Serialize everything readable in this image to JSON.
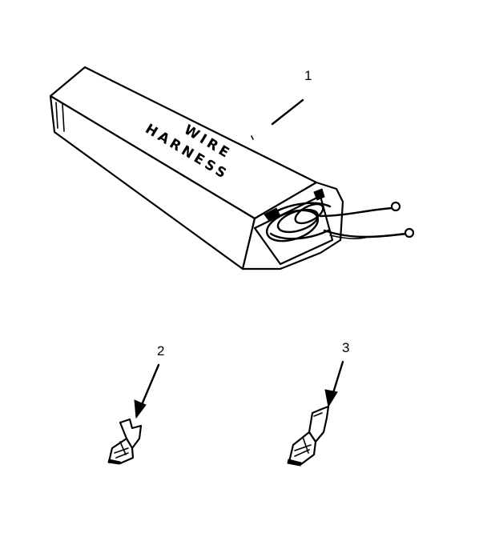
{
  "box_label": {
    "line1": "WIRE",
    "line2": "HARNESS"
  },
  "callouts": {
    "part1": "1",
    "part2": "2",
    "part3": "3"
  },
  "colors": {
    "ink": "#000000",
    "paper": "#ffffff"
  }
}
